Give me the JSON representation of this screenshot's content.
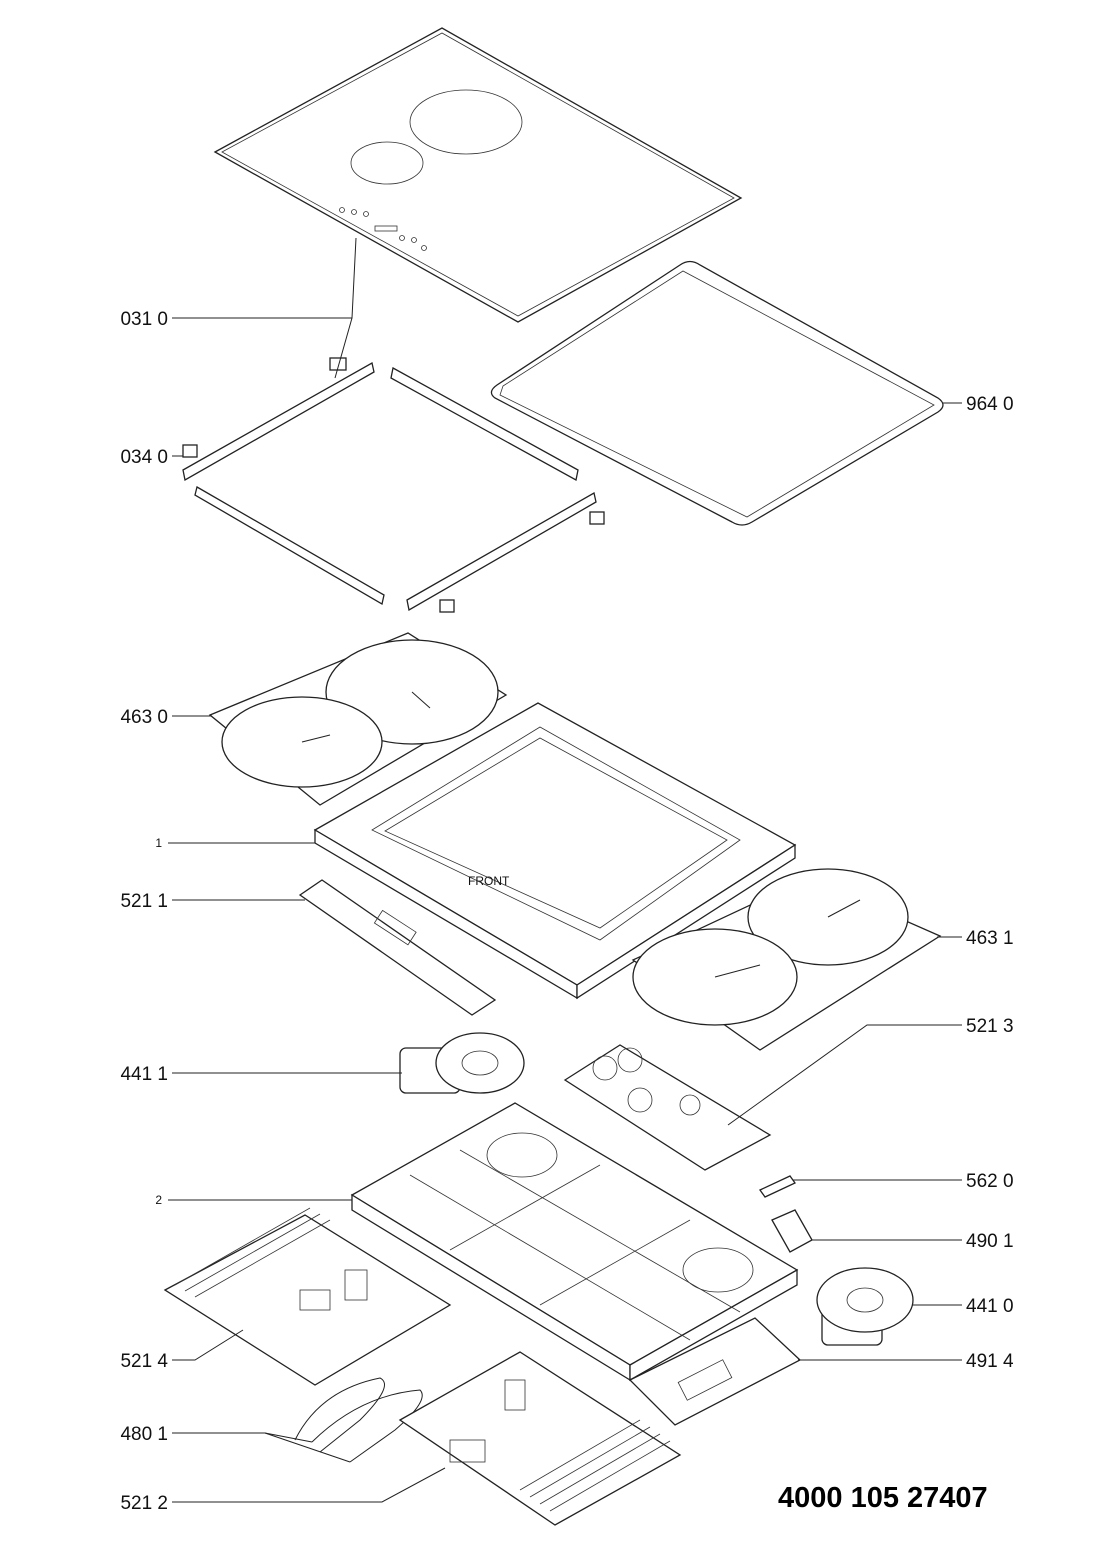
{
  "diagram": {
    "document_code": "4000 105 27407",
    "callouts_left": [
      {
        "id": "031 0"
      },
      {
        "id": "034 0"
      },
      {
        "id": "463 0"
      },
      {
        "id": "1"
      },
      {
        "id": "521 1"
      },
      {
        "id": "441 1"
      },
      {
        "id": "2"
      },
      {
        "id": "521 4"
      },
      {
        "id": "480 1"
      },
      {
        "id": "521 2"
      }
    ],
    "callouts_right": [
      {
        "id": "964 0"
      },
      {
        "id": "463 1"
      },
      {
        "id": "521 3"
      },
      {
        "id": "562 0"
      },
      {
        "id": "490 1"
      },
      {
        "id": "441 0"
      },
      {
        "id": "491 4"
      }
    ],
    "part_markings": {
      "front": "FRONT"
    }
  }
}
